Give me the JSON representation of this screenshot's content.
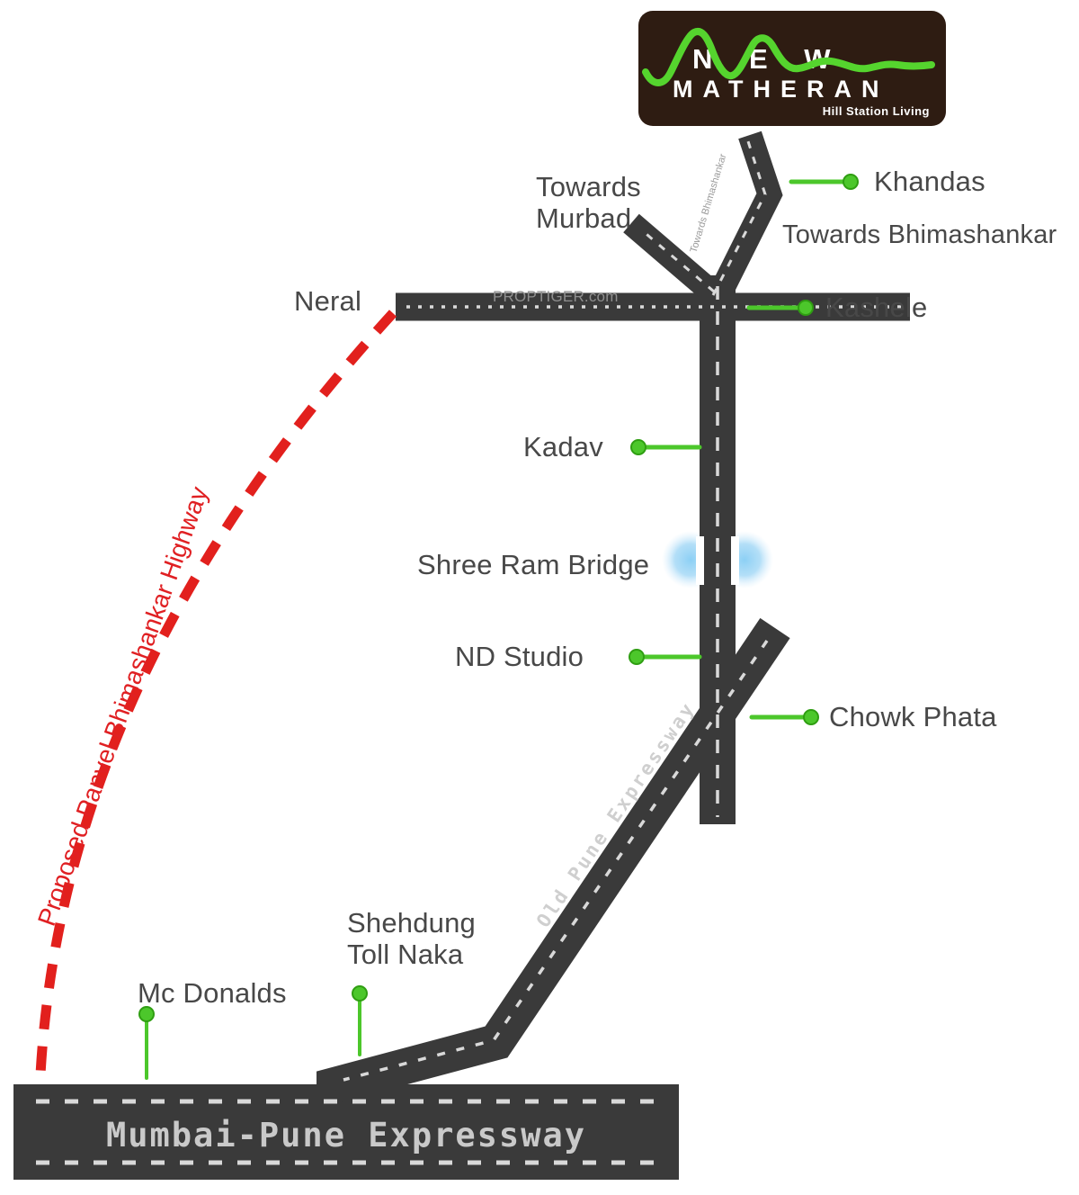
{
  "logo": {
    "title": "N E W",
    "subtitle": "MATHERAN",
    "tagline": "Hill Station Living",
    "bg_color": "#2e1c12",
    "wave_color": "#55d42e"
  },
  "watermark": "PROPTIGER.com",
  "map": {
    "labels": {
      "towards_murbad": "Towards\nMurbad",
      "khandas": "Khandas",
      "towards_bhimashankar": "Towards Bhimashankar",
      "towards_bhimashankar_road": "Towards Bhimashankar",
      "neral": "Neral",
      "kashele": "Kashele",
      "kadav": "Kadav",
      "shree_ram_bridge": "Shree Ram Bridge",
      "nd_studio": "ND Studio",
      "chowk_phata": "Chowk Phata",
      "old_pune_expressway": "Old Pune Expressway",
      "shehdung_toll_naka": "Shehdung\nToll Naka",
      "mc_donalds": "Mc Donalds",
      "mumbai_pune_expressway": "Mumbai-Pune Expressway",
      "proposed_highway": "Proposed Panvel Bhimashankar Highway"
    },
    "colors": {
      "road": "#3a3a3a",
      "road_dash": "#d9d9d9",
      "marker_green": "#4cc72b",
      "proposed_red": "#e2201d",
      "label_text": "#484848",
      "bridge_glow": "#86cdf4"
    }
  }
}
